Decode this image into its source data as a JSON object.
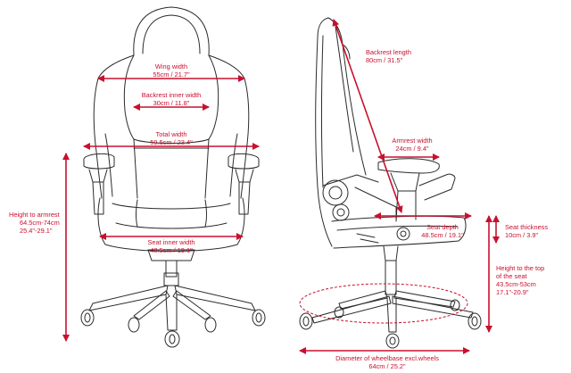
{
  "colors": {
    "dimension": "#c8102e",
    "outline": "#2b2b2b"
  },
  "front_view": {
    "wing_width": {
      "label": "Wing width",
      "value": "55cm / 21.7\""
    },
    "backrest_inner_width": {
      "label": "Backrest inner width",
      "value": "30cm / 11.8\""
    },
    "total_width": {
      "label": "Total width",
      "value": "59.5cm / 23.4\""
    },
    "seat_inner_width": {
      "label": "Seat inner width",
      "value": "48.5cm / 19.1\""
    },
    "height_to_armrest": {
      "label": "Height to armrest",
      "value_cm": "64.5cm-74cm",
      "value_in": "25.4\"-29.1\""
    }
  },
  "side_view": {
    "backrest_length": {
      "label": "Backrest length",
      "value": "80cm / 31.5\""
    },
    "armrest_width": {
      "label": "Armrest width",
      "value": "24cm / 9.4\""
    },
    "seat_depth": {
      "label": "Seat depth",
      "value": "48.5cm / 19.1\""
    },
    "seat_thickness": {
      "label": "Seat thickness",
      "value": "10cm / 3.9\""
    },
    "height_to_seat": {
      "label_line1": "Height to the top",
      "label_line2": "of the seat",
      "value_cm": "43.5cm-53cm",
      "value_in": "17.1\"-20.9\""
    },
    "wheelbase_diameter": {
      "label": "Diameter of wheelbase excl.wheels",
      "value": "64cm / 25.2\""
    }
  }
}
